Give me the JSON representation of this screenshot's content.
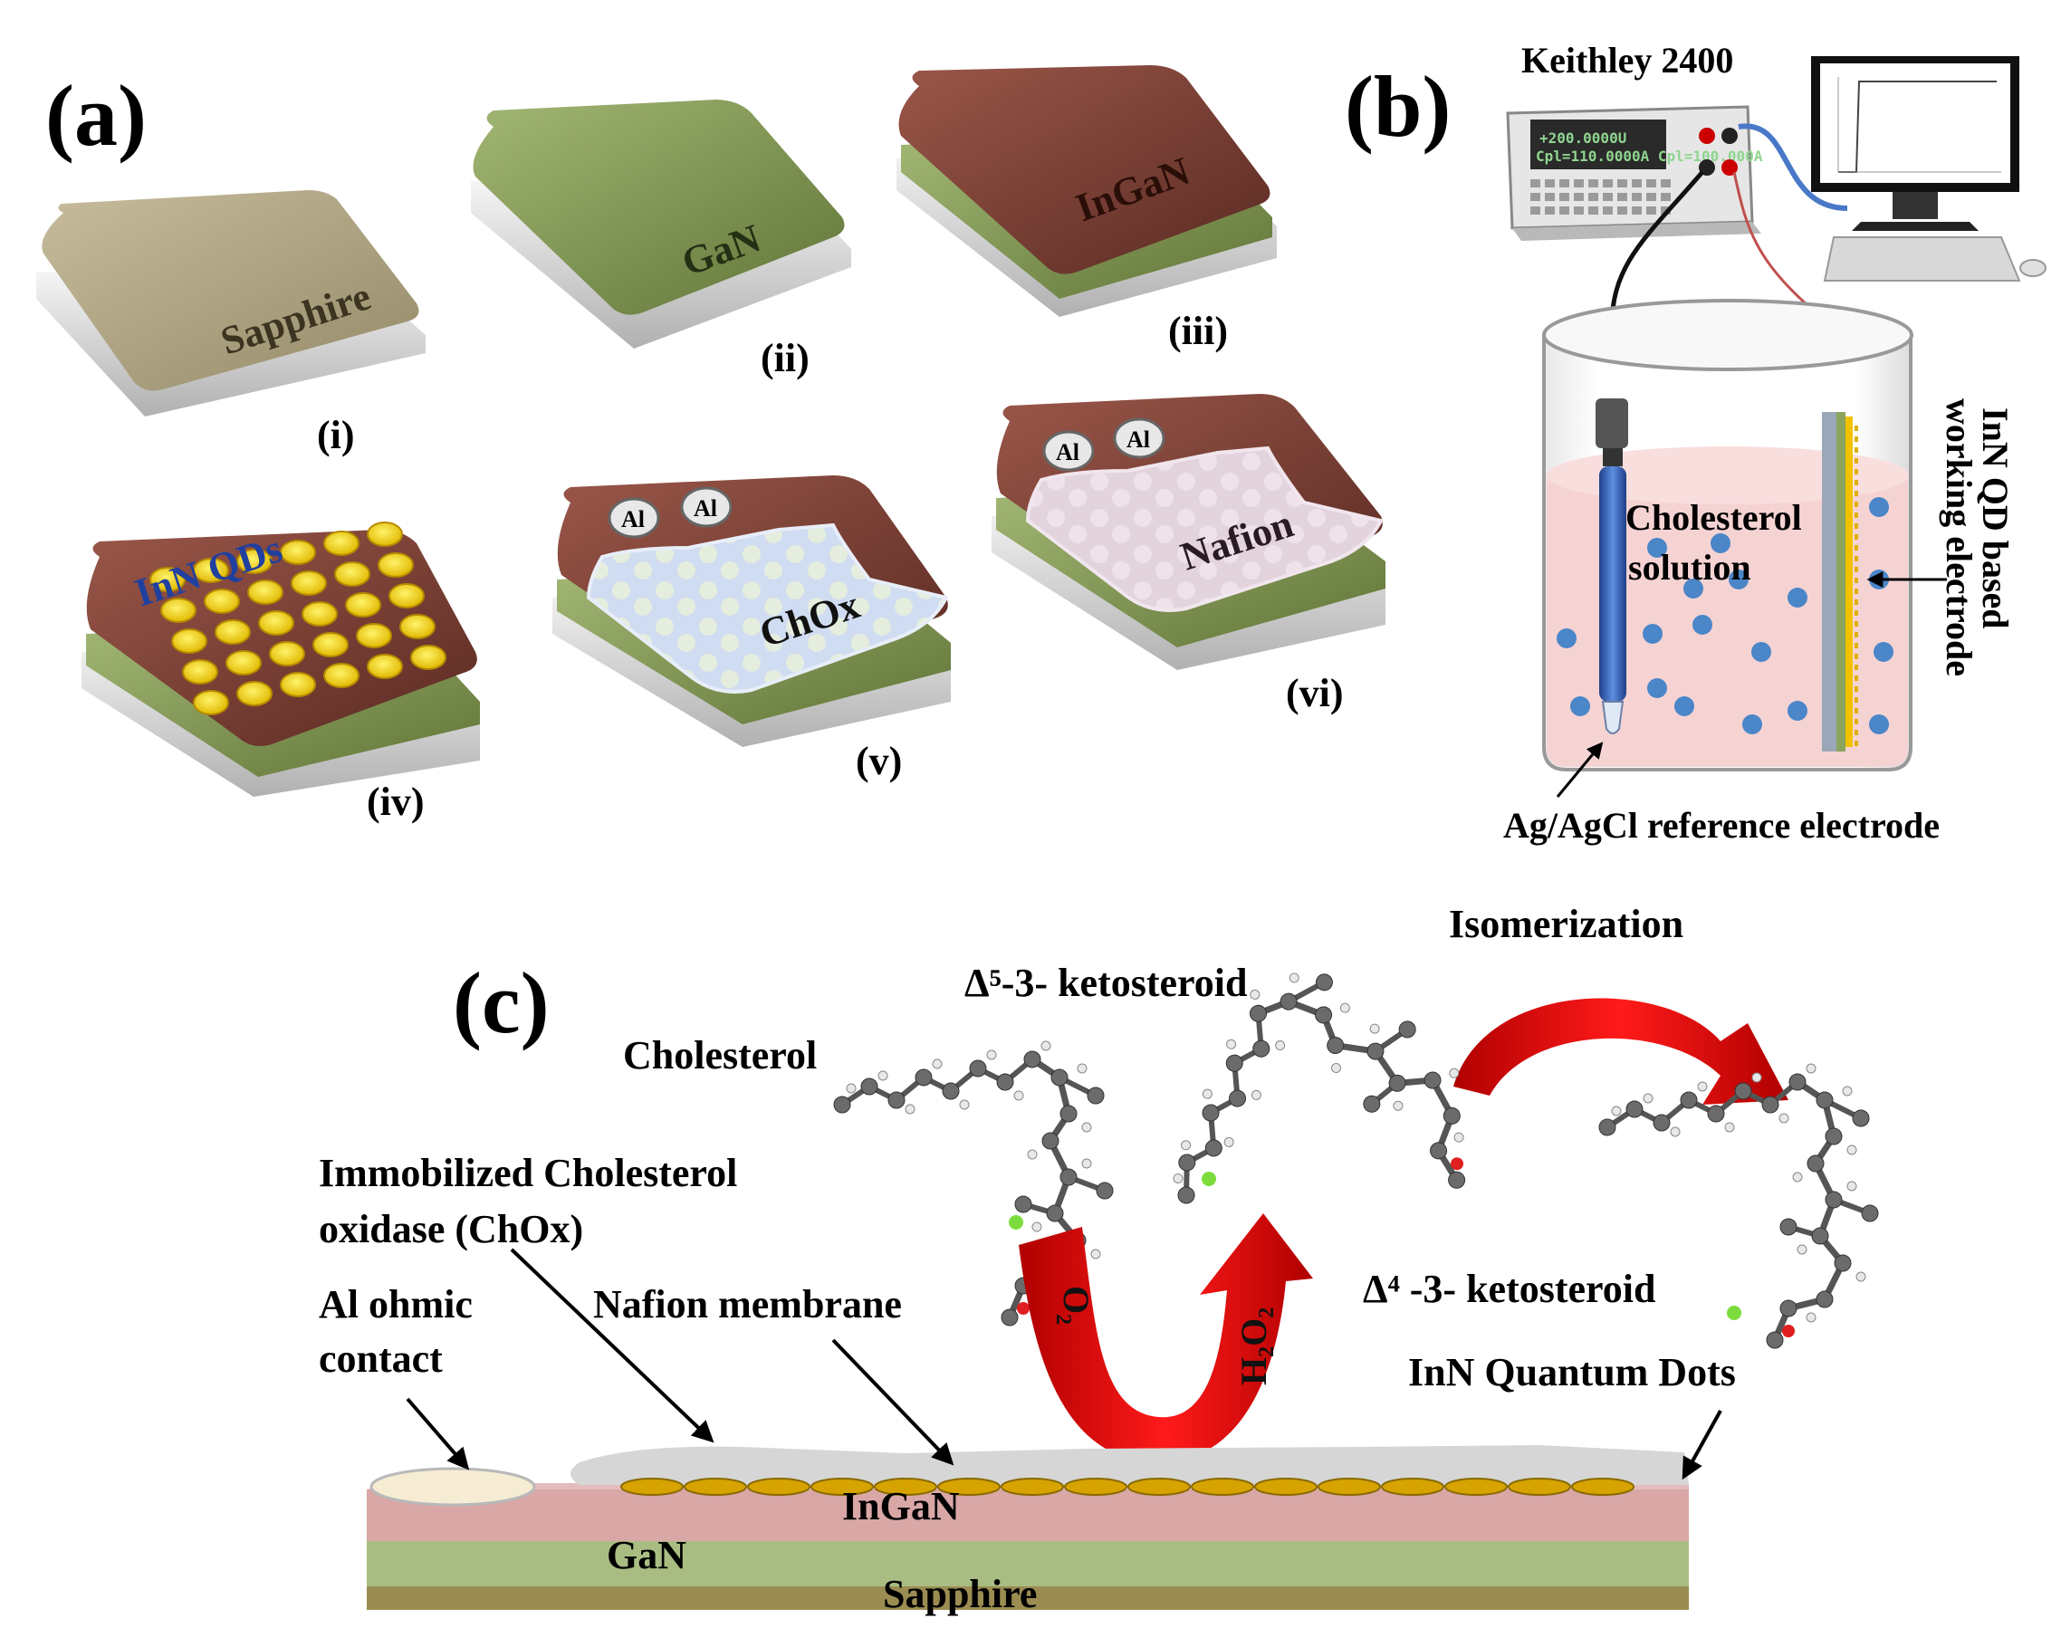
{
  "panels": {
    "a": "(a)",
    "b": "(b)",
    "c": "(c)"
  },
  "panel_a": {
    "steps": [
      {
        "numeral": "(i)",
        "layer_label": "Sapphire"
      },
      {
        "numeral": "(ii)",
        "layer_label": "GaN"
      },
      {
        "numeral": "(iii)",
        "layer_label": "InGaN"
      },
      {
        "numeral": "(iv)",
        "layer_label": "InN QDs"
      },
      {
        "numeral": "(v)",
        "layer_label": "ChOx",
        "contact_1": "Al",
        "contact_2": "Al"
      },
      {
        "numeral": "(vi)",
        "layer_label": "Nafion",
        "contact_1": "Al",
        "contact_2": "Al"
      }
    ]
  },
  "panel_b": {
    "instrument": "Keithley 2400",
    "display_line_1": "+200.0000U",
    "display_line_2": "Cpl=110.0000A  Cpl=100.000A",
    "solution_line_1": "Cholesterol",
    "solution_line_2": "solution",
    "working_electrode_line_1": "InN QD based",
    "working_electrode_line_2": "working electrode",
    "reference_electrode": "Ag/AgCl reference electrode"
  },
  "panel_c": {
    "isomerization": "Isomerization",
    "ketosteroid_delta5": "Δ⁵-3- ketosteroid",
    "ketosteroid_delta4": "Δ⁴ -3- ketosteroid",
    "cholesterol": "Cholesterol",
    "chox_line_1": "Immobilized  Cholesterol",
    "chox_line_2": "oxidase (ChOx)",
    "al_line_1": "Al ohmic",
    "al_line_2": "contact",
    "nafion": "Nafion membrane",
    "qd": "InN Quantum  Dots",
    "o2": "O₂",
    "h2o2": "H₂O₂",
    "layer_ingan": "InGaN",
    "layer_gan": "GaN",
    "layer_sapphire": "Sapphire"
  },
  "colors": {
    "sapphire": "#b7ad8d",
    "gan": "#8a9f5a",
    "ingan": "#7a4034",
    "qd_yellow": "#f3d400",
    "chox": "#c9d7ee",
    "nafion": "#dccbd6",
    "arrow_red": "#e00000",
    "solution_pink": "#f6d3d3",
    "ion_blue": "#4a86c8",
    "layer_ingan_c": "#d8a7a6",
    "layer_gan_c": "#a9bd83",
    "layer_sapphire_c": "#9b8d52"
  }
}
